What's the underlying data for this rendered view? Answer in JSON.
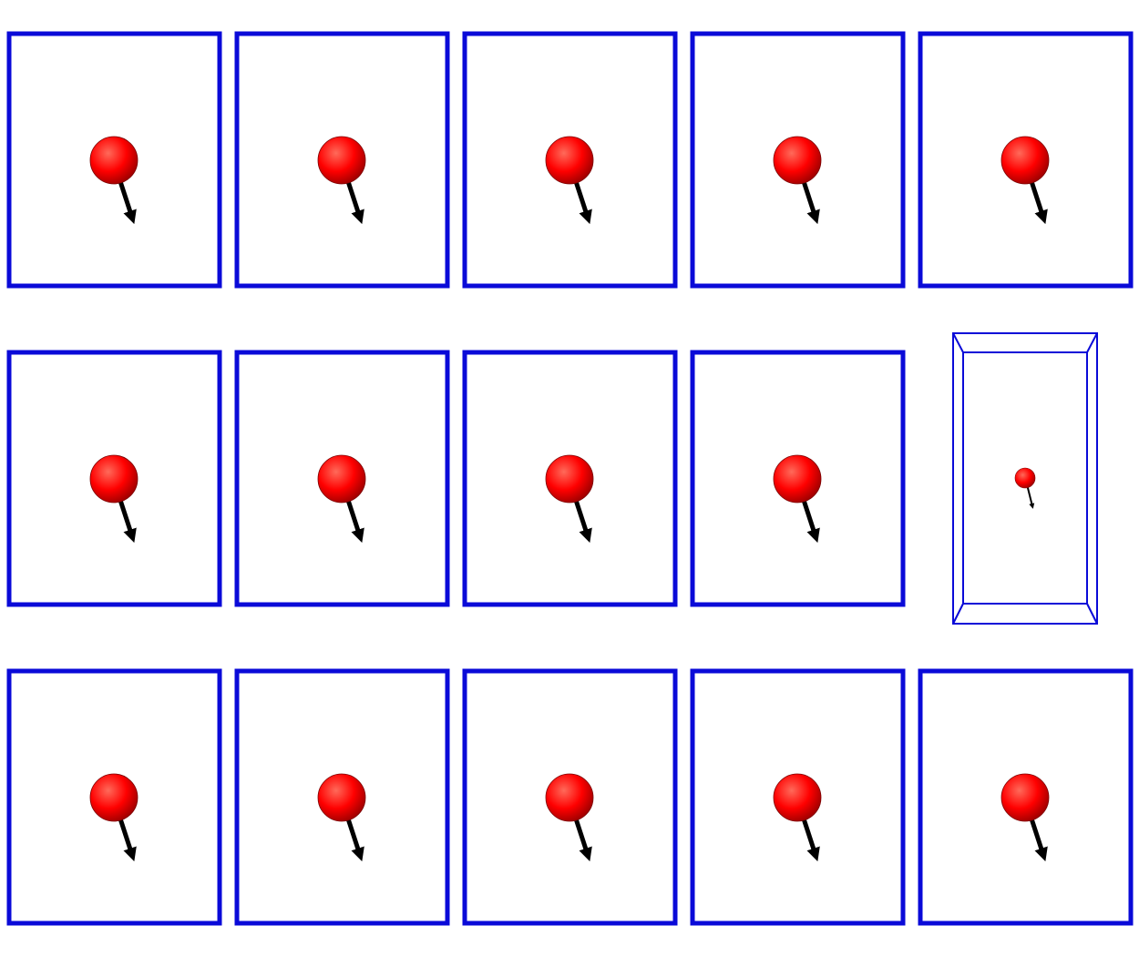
{
  "colors": {
    "background": "#ffffff",
    "frame": "#0a0ad8",
    "ball": "#ff0000",
    "ball_highlight": "#ff6a5a",
    "ball_shadow": "#9a0000",
    "arrow": "#000000"
  },
  "grid": {
    "rows": 3,
    "columns": 5
  },
  "panels": [
    {
      "row": 0,
      "col": 0,
      "view": "front"
    },
    {
      "row": 0,
      "col": 1,
      "view": "front"
    },
    {
      "row": 0,
      "col": 2,
      "view": "front"
    },
    {
      "row": 0,
      "col": 3,
      "view": "front"
    },
    {
      "row": 0,
      "col": 4,
      "view": "front"
    },
    {
      "row": 1,
      "col": 0,
      "view": "front"
    },
    {
      "row": 1,
      "col": 1,
      "view": "front"
    },
    {
      "row": 1,
      "col": 2,
      "view": "front"
    },
    {
      "row": 1,
      "col": 3,
      "view": "front"
    },
    {
      "row": 1,
      "col": 4,
      "view": "perspective-box"
    },
    {
      "row": 2,
      "col": 0,
      "view": "front"
    },
    {
      "row": 2,
      "col": 1,
      "view": "front"
    },
    {
      "row": 2,
      "col": 2,
      "view": "front"
    },
    {
      "row": 2,
      "col": 3,
      "view": "front"
    },
    {
      "row": 2,
      "col": 4,
      "view": "front"
    }
  ],
  "icons": {
    "ball": "red-sphere-icon",
    "arrow": "velocity-arrow-icon"
  }
}
